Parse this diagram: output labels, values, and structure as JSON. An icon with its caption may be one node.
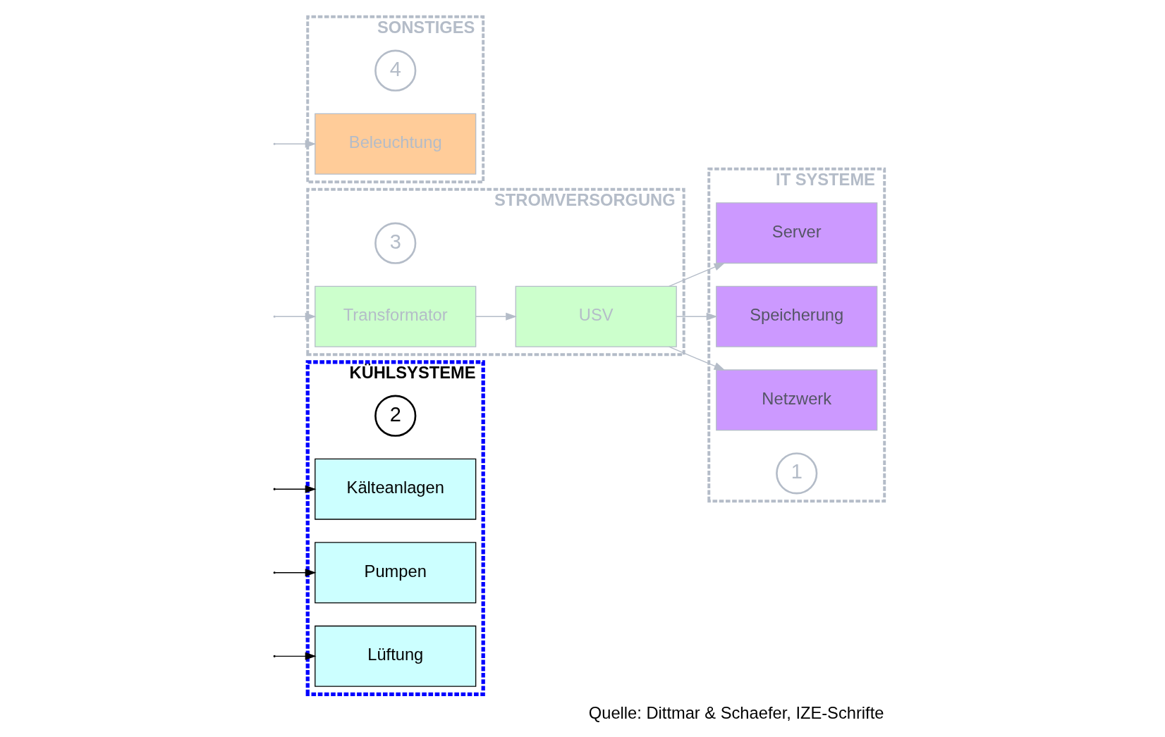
{
  "diagram": {
    "caption": "Quelle: Dittmar & Schaefer, IZE-Schrifte",
    "nodes": [
      {
        "text": [
          "KÜHLSYSTEME"
        ]
      },
      {
        "text": [
          "2"
        ],
        "in": 0
      },
      {
        "text": [
          "Kälteanlagen"
        ],
        "in": 0
      },
      {
        "text": [
          "Pumpen"
        ],
        "in": 0
      },
      {
        "text": [
          "Lüftung"
        ],
        "in": 0
      },
      {
        "text": [
          "STROMVERSORGUNG"
        ]
      },
      {
        "text": [
          "3"
        ],
        "in": 5
      },
      {
        "text": [
          "Transformator"
        ],
        "in": 5
      },
      {
        "text": [
          "USV"
        ],
        "in": 5
      },
      {
        "text": [
          "SONSTIGES"
        ]
      },
      {
        "text": [
          "4"
        ],
        "in": 9
      },
      {
        "text": [
          "Beleuchtung"
        ],
        "in": 9
      },
      {
        "text": [
          "IT SYSTEME"
        ]
      },
      {
        "text": [
          "Server"
        ],
        "in": 12
      },
      {
        "text": [
          "Speicherung"
        ],
        "in": 12
      },
      {
        "text": [
          "Netzwerk"
        ],
        "in": 12
      },
      {
        "text": [
          "1"
        ],
        "in": 12
      }
    ],
    "edges": [
      {
        "from": null,
        "to": 2,
        "arrow": "to",
        "color": "#000000"
      },
      {
        "from": null,
        "to": 3,
        "arrow": "to",
        "color": "#000000"
      },
      {
        "from": null,
        "to": 4,
        "arrow": "to",
        "color": "#000000"
      },
      {
        "from": null,
        "to": 7,
        "arrow": "to"
      },
      {
        "from": 7,
        "to": 8,
        "arrow": "to"
      },
      {
        "from": 8,
        "to": 13,
        "arrow": "to"
      },
      {
        "from": 8,
        "to": 14,
        "arrow": "to"
      },
      {
        "from": 8,
        "to": 15,
        "arrow": "to"
      },
      {
        "from": null,
        "to": 11,
        "arrow": "to"
      }
    ]
  }
}
